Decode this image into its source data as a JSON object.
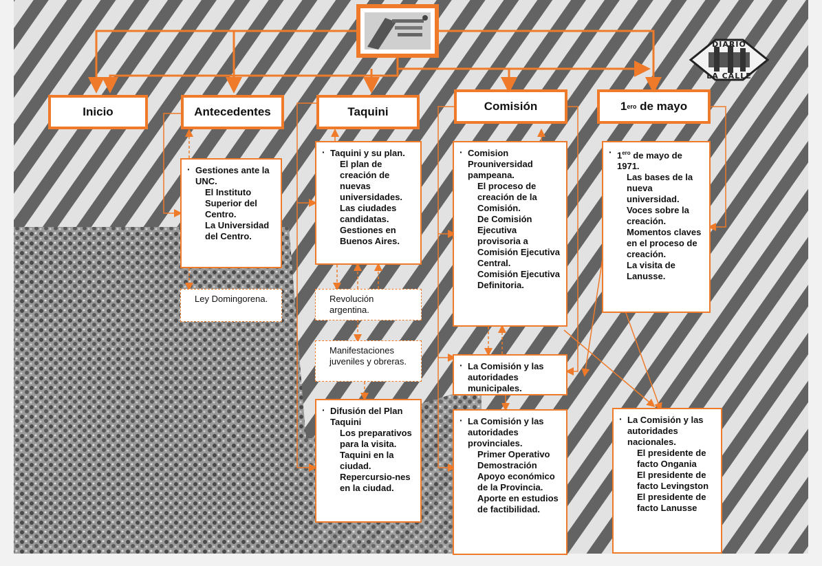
{
  "header_logo": {
    "icon": "poster-thumbnail-icon"
  },
  "stamp": {
    "top_text": "DIARIO",
    "bottom_text": "LA CALLE",
    "icon": "newspaper-stamp-icon"
  },
  "headers": [
    {
      "id": "inicio",
      "label": "Inicio"
    },
    {
      "id": "antecedentes",
      "label": "Antecedentes"
    },
    {
      "id": "taquini",
      "label": "Taquini"
    },
    {
      "id": "comision",
      "label": "Comisión"
    },
    {
      "id": "mayo",
      "label_num": "1",
      "label_sup": "ero",
      "label_rest": " de mayo"
    }
  ],
  "antecedentes": {
    "lead": "Gestiones ante la UNC.",
    "items": [
      "El Instituto Superior del Centro.",
      "La Universidad del Centro."
    ],
    "ley": "Ley Domingorena."
  },
  "taquini": {
    "plan_lead": "Taquini y su plan.",
    "plan_items": [
      "El plan de creación de nuevas universidades.",
      "Las ciudades candidatas.",
      "Gestiones en Buenos Aires."
    ],
    "revolucion": "Revolución argentina.",
    "manifestaciones": "Manifestaciones juveniles y obreras.",
    "difusion_lead": "Difusión del Plan Taquini",
    "difusion_items": [
      "Los preparativos para la visita.",
      "Taquini en la ciudad.",
      "Repercursio-nes en la ciudad."
    ]
  },
  "comision": {
    "lead": "Comision Prouniversidad pampeana.",
    "items": [
      "El proceso de creación de la Comisión.",
      "De Comisión Ejecutiva provisoria a Comisión Ejecutiva Central.",
      "Comisión Ejecutiva Definitoria."
    ],
    "municipales": "La Comisión y las autoridades municipales.",
    "provinciales_lead": "La Comisión y las autoridades provinciales.",
    "provinciales_items": [
      "Primer Operativo Demostración",
      "Apoyo económico de la Provincia.",
      "Aporte en estudios de factibilidad."
    ]
  },
  "mayo": {
    "lead_num": "1",
    "lead_sup": "ero",
    "lead_rest": " de mayo de 1971.",
    "items": [
      "Las bases de la nueva universidad.",
      "Voces sobre la creación.",
      "Momentos claves en el proceso de creación.",
      "La visita de Lanusse."
    ]
  },
  "nacionales": {
    "lead": "La Comisión y las autoridades nacionales.",
    "items": [
      "El presidente de facto Ongania",
      "El presidente de facto Levingston",
      "El presidente de facto Lanusse"
    ]
  },
  "colors": {
    "accent": "#ee7a2a",
    "photo_dark": "#3a3a3a",
    "photo_light": "#d9d9d9"
  }
}
